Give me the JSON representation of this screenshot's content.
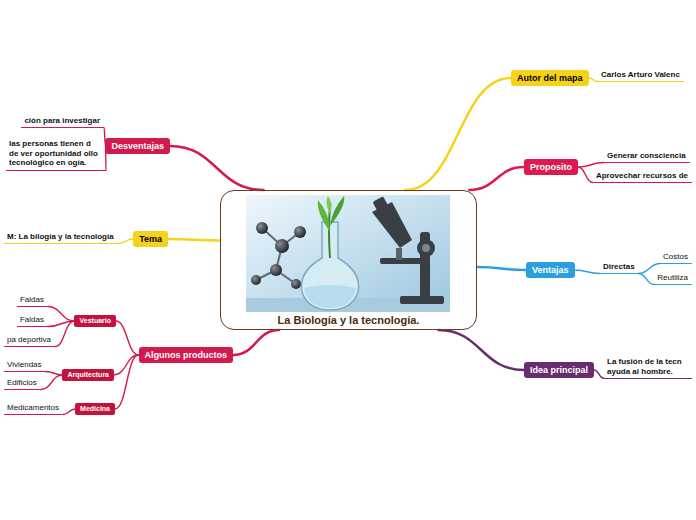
{
  "diagram": {
    "nodes": [
      {
        "text": [
          "La Biología y la tecnología."
        ]
      },
      {
        "text": [
          "Autor del mapa"
        ]
      },
      {
        "text": [
          "Carlos Arturo Valenc"
        ]
      },
      {
        "text": [
          "Proposito"
        ]
      },
      {
        "text": [
          "Generar consciencia"
        ]
      },
      {
        "text": [
          "Aprovechar recursos de"
        ]
      },
      {
        "text": [
          "Ventajas"
        ]
      },
      {
        "text": [
          "Directas"
        ]
      },
      {
        "text": [
          "Costos"
        ]
      },
      {
        "text": [
          "Reutiliza"
        ]
      },
      {
        "text": [
          "Idea principal"
        ]
      },
      {
        "text": [
          "La fusión de la tecn ayuda al hombre."
        ]
      },
      {
        "text": [
          "Desventajas"
        ]
      },
      {
        "text": [
          "ción para investigar"
        ]
      },
      {
        "text": [
          "las personas tienen d de ver oportunidad ollo tecnológico en ogía."
        ]
      },
      {
        "text": [
          "Tema"
        ]
      },
      {
        "text": [
          "M: La bilogía y la tecnología"
        ]
      },
      {
        "text": [
          "Algunos productos"
        ]
      },
      {
        "text": [
          "Vestuario"
        ]
      },
      {
        "text": [
          "Faldas"
        ]
      },
      {
        "text": [
          "Faldas"
        ]
      },
      {
        "text": [
          "pa deportiva"
        ]
      },
      {
        "text": [
          "Arquitectura"
        ]
      },
      {
        "text": [
          "Viviendas"
        ]
      },
      {
        "text": [
          "Edificios"
        ]
      },
      {
        "text": [
          "Medicina"
        ]
      },
      {
        "text": [
          "Medicamentos"
        ]
      }
    ],
    "edges": [
      {
        "from": 0,
        "to": 1,
        "arrow": "none"
      },
      {
        "from": 1,
        "to": 2,
        "arrow": "none"
      },
      {
        "from": 0,
        "to": 3,
        "arrow": "none"
      },
      {
        "from": 3,
        "to": 4,
        "arrow": "none"
      },
      {
        "from": 3,
        "to": 5,
        "arrow": "none"
      },
      {
        "from": 0,
        "to": 6,
        "arrow": "none"
      },
      {
        "from": 6,
        "to": 7,
        "arrow": "none"
      },
      {
        "from": 7,
        "to": 8,
        "arrow": "none"
      },
      {
        "from": 7,
        "to": 9,
        "arrow": "none"
      },
      {
        "from": 0,
        "to": 10,
        "arrow": "none"
      },
      {
        "from": 10,
        "to": 11,
        "arrow": "none"
      },
      {
        "from": 0,
        "to": 12,
        "arrow": "none"
      },
      {
        "from": 12,
        "to": 13,
        "arrow": "none"
      },
      {
        "from": 12,
        "to": 14,
        "arrow": "none"
      },
      {
        "from": 0,
        "to": 15,
        "arrow": "none"
      },
      {
        "from": 15,
        "to": 16,
        "arrow": "none"
      },
      {
        "from": 0,
        "to": 17,
        "arrow": "none"
      },
      {
        "from": 17,
        "to": 18,
        "arrow": "none"
      },
      {
        "from": 18,
        "to": 19,
        "arrow": "none"
      },
      {
        "from": 18,
        "to": 20,
        "arrow": "none"
      },
      {
        "from": 18,
        "to": 21,
        "arrow": "none"
      },
      {
        "from": 17,
        "to": 22,
        "arrow": "none"
      },
      {
        "from": 22,
        "to": 23,
        "arrow": "none"
      },
      {
        "from": 22,
        "to": 24,
        "arrow": "none"
      },
      {
        "from": 17,
        "to": 25,
        "arrow": "none"
      },
      {
        "from": 25,
        "to": 26,
        "arrow": "none"
      }
    ]
  }
}
